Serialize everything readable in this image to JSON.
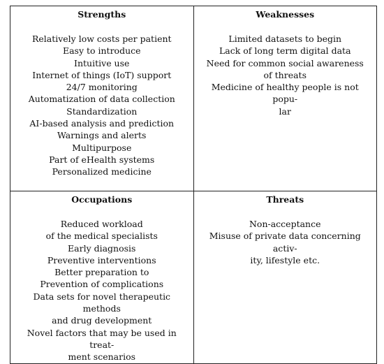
{
  "swot": {
    "strengths": {
      "title": "Strengths",
      "items": [
        "Relatively low costs per patient",
        "Easy to introduce",
        "Intuitive use",
        "Internet of things (IoT) support",
        "24/7 monitoring",
        "Automatization of data collection",
        "Standardization",
        "AI-based analysis and prediction",
        "Warnings and alerts",
        "Multipurpose",
        "Part of eHealth systems",
        "Personalized medicine"
      ]
    },
    "weaknesses": {
      "title": "Weaknesses",
      "items": [
        "Limited datasets to begin",
        "Lack of long term digital data",
        "Need for common social awareness",
        "of threats",
        "Medicine of healthy people is not popu-",
        "lar"
      ]
    },
    "occupations": {
      "title": "Occupations",
      "items": [
        "Reduced workload",
        "of the medical specialists",
        "Early diagnosis",
        "Preventive interventions",
        "Better preparation to",
        "Prevention of complications",
        "Data sets for novel therapeutic methods",
        "and drug development",
        "Novel factors that may be used in treat-",
        "ment scenarios"
      ]
    },
    "threats": {
      "title": "Threats",
      "items": [
        "Non-acceptance",
        "Misuse of private data concerning activ-",
        "ity, lifestyle etc."
      ]
    }
  }
}
